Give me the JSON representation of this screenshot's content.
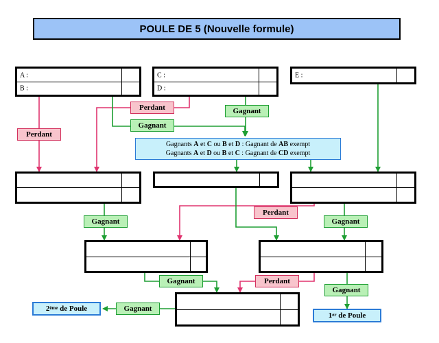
{
  "title": "POULE DE 5  (Nouvelle formule)",
  "players": {
    "a": "A :",
    "b": "B :",
    "c": "C :",
    "d": "D :",
    "e": "E :"
  },
  "labels": {
    "gagnant": "Gagnant",
    "perdant": "Perdant"
  },
  "note": {
    "line1": [
      {
        "t": "Gagnants ",
        "b": false
      },
      {
        "t": "A",
        "b": true
      },
      {
        "t": " et ",
        "b": false
      },
      {
        "t": "C",
        "b": true
      },
      {
        "t": " ou ",
        "b": false
      },
      {
        "t": "B",
        "b": true
      },
      {
        "t": " et ",
        "b": false
      },
      {
        "t": "D",
        "b": true
      },
      {
        "t": " : Gagnant de ",
        "b": false
      },
      {
        "t": "AB",
        "b": true
      },
      {
        "t": " exempt",
        "b": false
      }
    ],
    "line2": [
      {
        "t": "Gagnants ",
        "b": false
      },
      {
        "t": "A",
        "b": true
      },
      {
        "t": " et ",
        "b": false
      },
      {
        "t": "D",
        "b": true
      },
      {
        "t": " ou ",
        "b": false
      },
      {
        "t": "B",
        "b": true
      },
      {
        "t": " et ",
        "b": false
      },
      {
        "t": "C",
        "b": true
      },
      {
        "t": " : Gagnant de ",
        "b": false
      },
      {
        "t": "CD",
        "b": true
      },
      {
        "t": " exempt",
        "b": false
      }
    ]
  },
  "results": {
    "first": {
      "num": "1",
      "sup": "er",
      "rest": " de Poule"
    },
    "second": {
      "num": "2",
      "sup": "ème",
      "rest": " de Poule"
    }
  },
  "colors": {
    "winner_line": "#1e9e33",
    "loser_line": "#e0346f",
    "title_bg": "#9cc3f7",
    "note_bg": "#c8f0fb"
  }
}
